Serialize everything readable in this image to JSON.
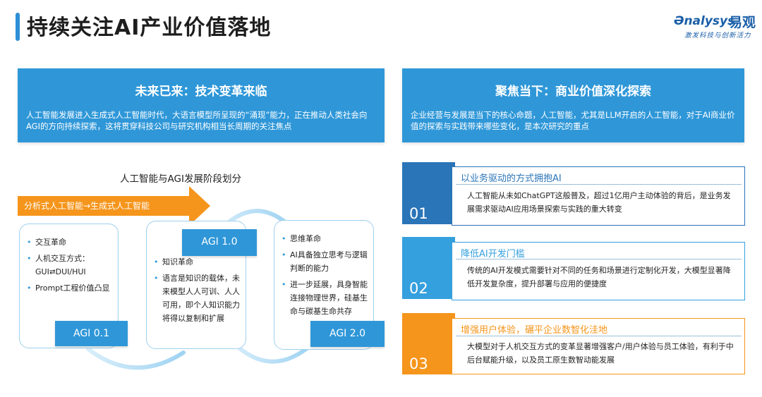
{
  "header": {
    "title": "持续关注AI产业价值落地",
    "logo_en": "Ənalysys",
    "logo_cn": "易观",
    "logo_sub": "激发科技与创新活力"
  },
  "left_panel": {
    "heading": "未来已来：技术变革来临",
    "text": "人工智能发展进入生成式人工智能时代，大语言模型所呈现的“涌现”能力，正在推动人类社会向AGI的方向持续探索，这将贯穿科技公司与研究机构相当长周期的关注焦点"
  },
  "right_panel": {
    "heading": "聚焦当下：商业价值深化探索",
    "text": "企业经营与发展是当下的核心命题，人工智能，尤其是LLM开启的人工智能，对于AI商业价值的探索与实践带来哪些变化，是本次研究的重点"
  },
  "timeline": {
    "title": "人工智能与AGI发展阶段划分",
    "arrow_label": "分析式人工智能→生成式人工智能",
    "stages": [
      {
        "badge": "AGI 0.1",
        "items": [
          "交互革命",
          "人机交互方式：GUI⮂DUI/HUI",
          "Prompt工程价值凸显"
        ]
      },
      {
        "badge": "AGI 1.0",
        "items": [
          "知识革命",
          "语言是知识的载体，未来模型人人可训、人人可用，即个人知识能力将得以复制和扩展"
        ]
      },
      {
        "badge": "AGI 2.0",
        "items": [
          "思维革命",
          "AI具备独立思考与逻辑判断的能力",
          "进一步延展，具身智能连接物理世界，硅基生命与碳基生命共存"
        ]
      }
    ]
  },
  "focus_items": [
    {
      "num": "01",
      "title": "以业务驱动的方式拥抱AI",
      "text": "人工智能从未如ChatGPT这般普及，超过1亿用户主动体验的背后，是业务发展需求驱动AI应用场景探索与实践的重大转变",
      "color": "#2a74b8"
    },
    {
      "num": "02",
      "title": "降低AI开发门槛",
      "text": "传统的AI开发模式需要针对不同的任务和场景进行定制化开发，大模型显著降低开发复杂度，提升部署与应用的便捷度",
      "color": "#35a0de"
    },
    {
      "num": "03",
      "title": "增强用户体验，碾平企业数智化洼地",
      "text": "大模型对于人机交互方式的变革显著增强客户/用户体验与员工体验，有利于中后台赋能升级，以及员工原生数智动能发展",
      "color": "#f5951b"
    }
  ],
  "colors": {
    "blue": "#2f97d8",
    "dark_blue": "#2a74b8",
    "orange": "#f5951b"
  }
}
